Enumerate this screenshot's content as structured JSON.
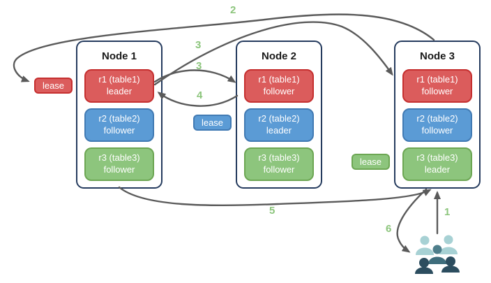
{
  "nodes": [
    {
      "title": "Node 1",
      "replicas": [
        {
          "line1": "r1 (table1)",
          "line2": "leader"
        },
        {
          "line1": "r2 (table2)",
          "line2": "follower"
        },
        {
          "line1": "r3 (table3)",
          "line2": "follower"
        }
      ]
    },
    {
      "title": "Node 2",
      "replicas": [
        {
          "line1": "r1 (table1)",
          "line2": "follower"
        },
        {
          "line1": "r2 (table2)",
          "line2": "leader"
        },
        {
          "line1": "r3 (table3)",
          "line2": "follower"
        }
      ]
    },
    {
      "title": "Node 3",
      "replicas": [
        {
          "line1": "r1 (table1)",
          "line2": "follower"
        },
        {
          "line1": "r2 (table2)",
          "line2": "follower"
        },
        {
          "line1": "r3 (table3)",
          "line2": "leader"
        }
      ]
    }
  ],
  "leases": {
    "red": "lease",
    "blue": "lease",
    "green": "lease"
  },
  "steps": {
    "s1": "1",
    "s2": "2",
    "s3a": "3",
    "s3b": "3",
    "s4": "4",
    "s5": "5",
    "s6": "6"
  },
  "icons": {
    "users_group": "users-group-icon"
  },
  "colors": {
    "replica_red": "#DB5C5C",
    "replica_red_border": "#C52F2F",
    "replica_blue": "#5B9BD5",
    "replica_blue_border": "#417AB3",
    "replica_green": "#8DC57D",
    "replica_green_border": "#6CA653",
    "node_border": "#253B5E",
    "arrow": "#5A5A5A",
    "step_label": "#8CC57C",
    "users_light": "#A7D1D4",
    "users_mid": "#4E7E8B",
    "users_mid_body": "#3E6D7C",
    "users_dark": "#2C4D5F"
  }
}
